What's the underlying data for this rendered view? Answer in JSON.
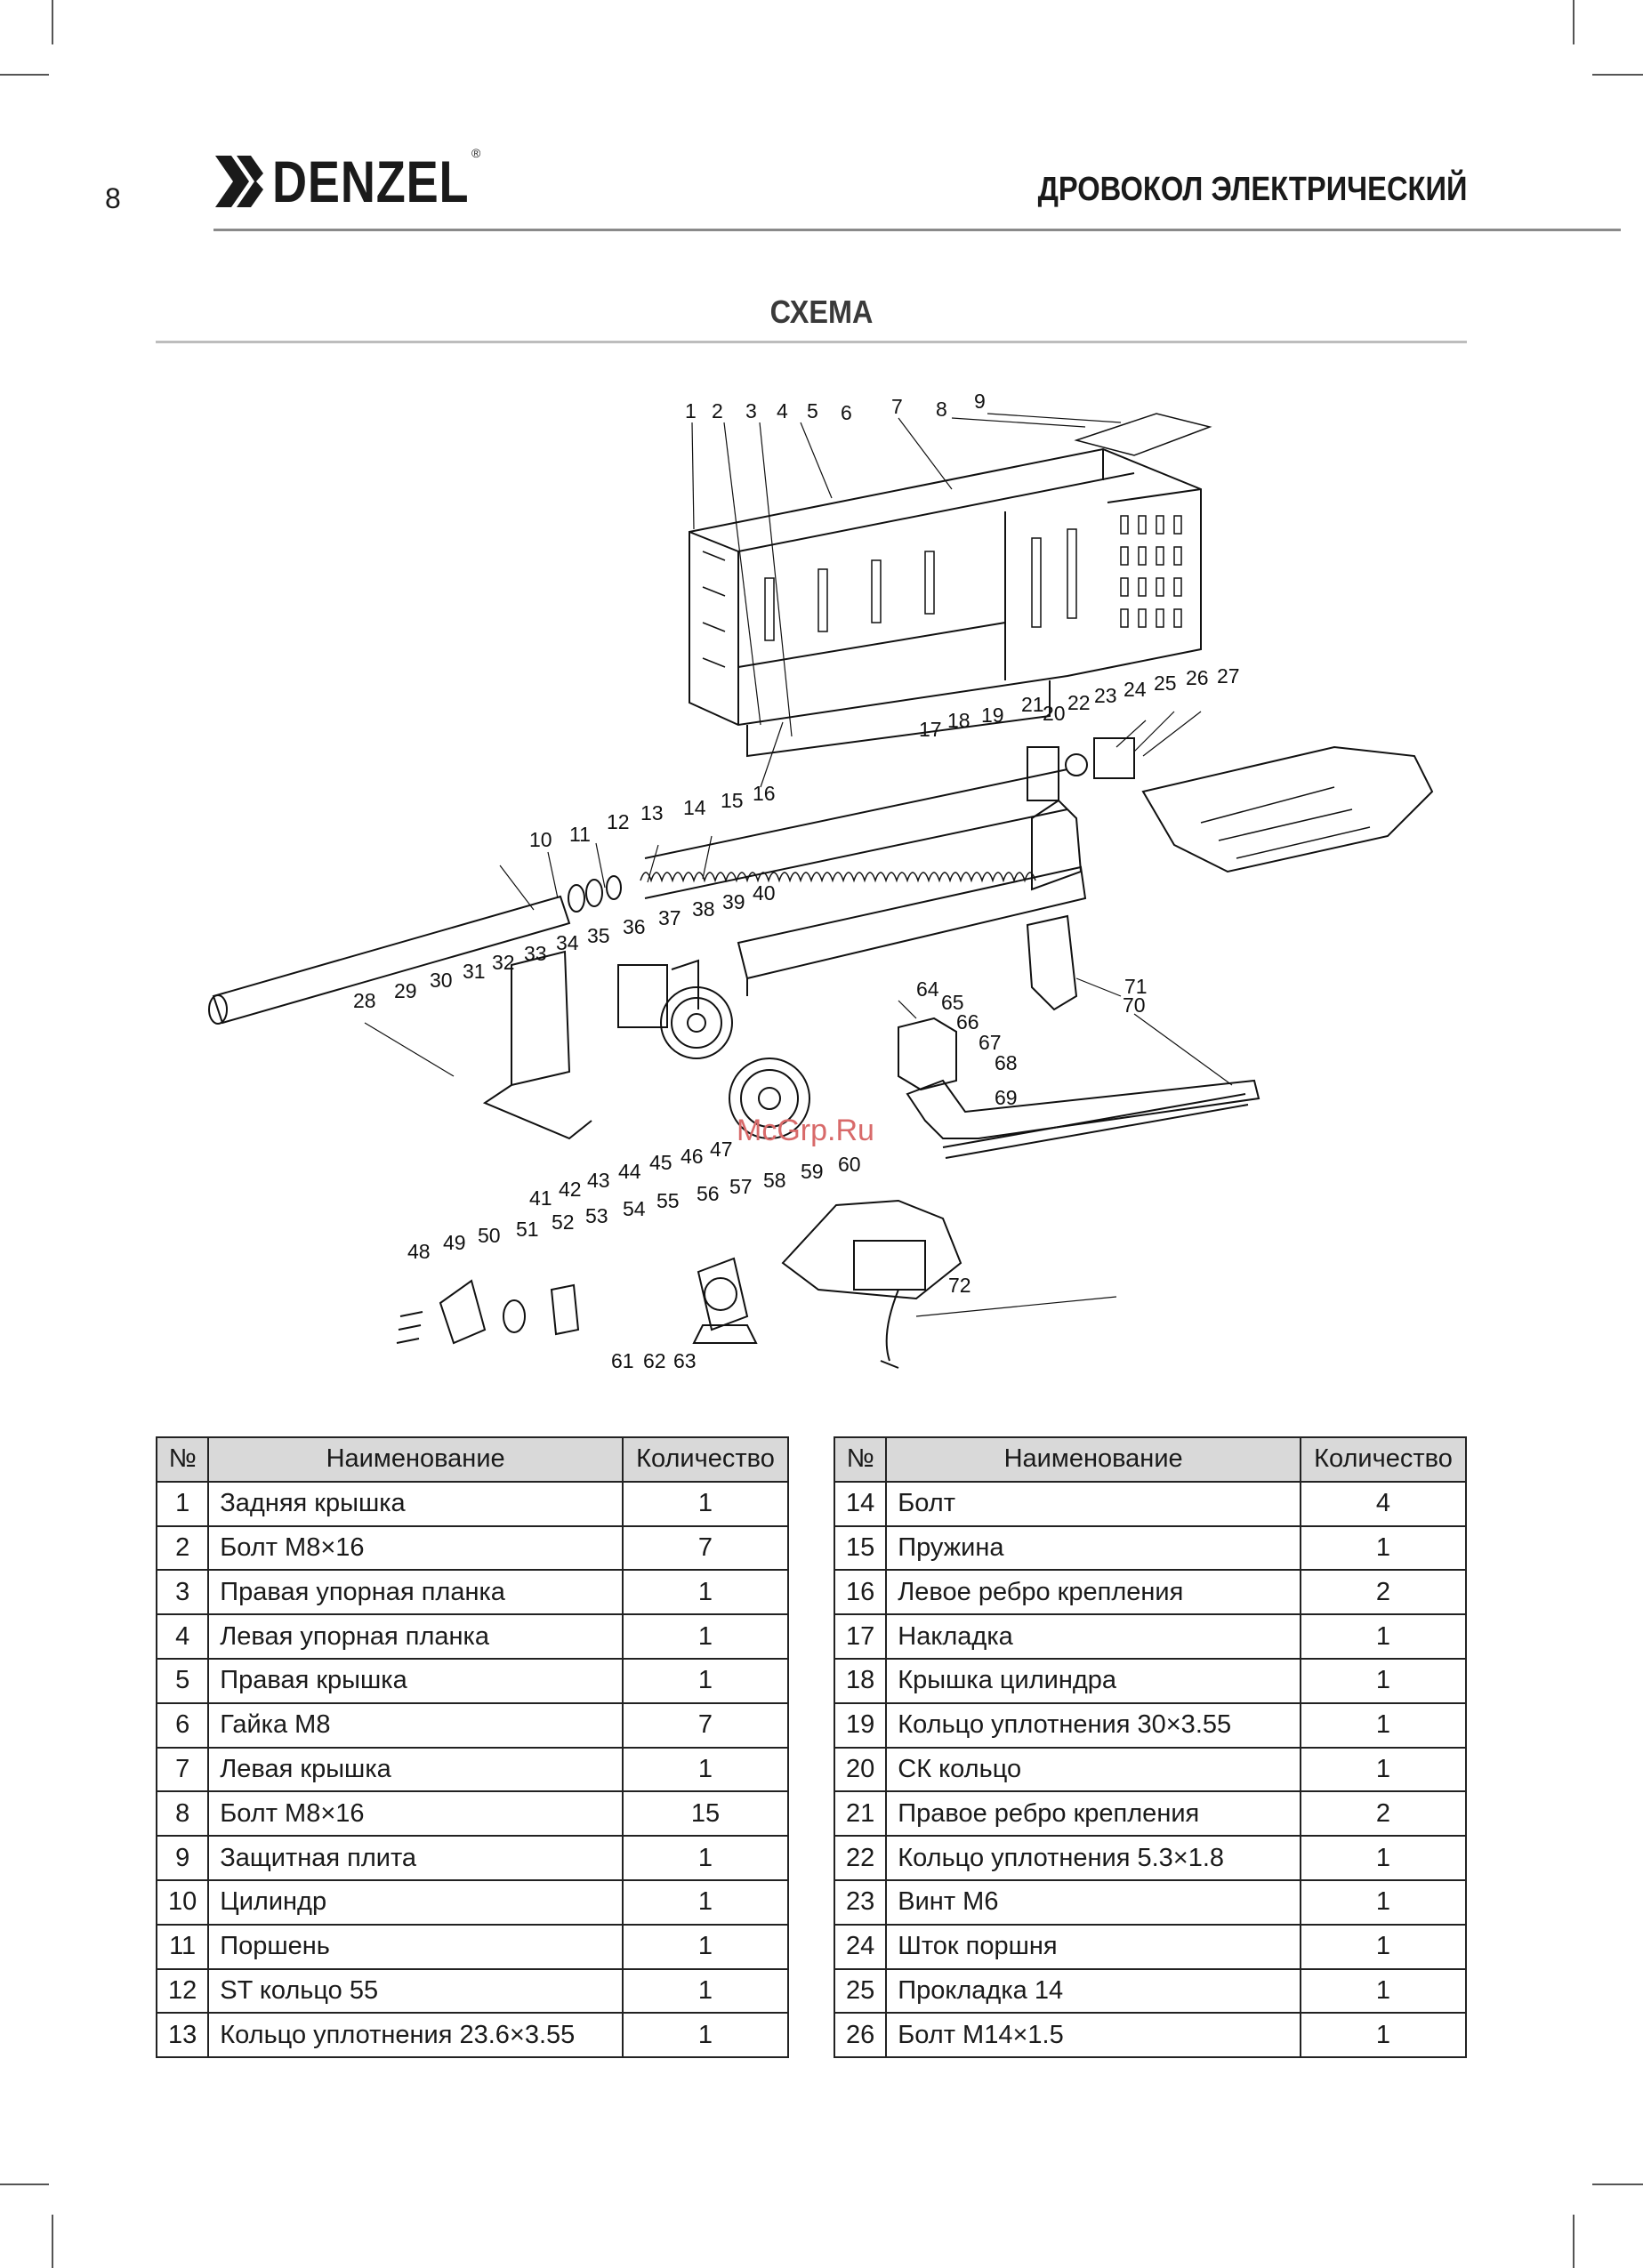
{
  "page_number": "8",
  "brand": "DENZEL",
  "brand_mark": "®",
  "document_title": "ДРОВОКОЛ ЭЛЕКТРИЧЕСКИЙ",
  "section_title": "СХЕМА",
  "watermark": "McGrp.Ru",
  "diagram_labels": [
    "1",
    "2",
    "3",
    "4",
    "5",
    "6",
    "7",
    "8",
    "9",
    "10",
    "11",
    "12",
    "13",
    "14",
    "15",
    "16",
    "17",
    "18",
    "19",
    "20",
    "21",
    "22",
    "23",
    "24",
    "25",
    "26",
    "27",
    "28",
    "29",
    "30",
    "31",
    "32",
    "33",
    "34",
    "35",
    "36",
    "37",
    "38",
    "39",
    "40",
    "41",
    "42",
    "43",
    "44",
    "45",
    "46",
    "47",
    "48",
    "49",
    "50",
    "51",
    "52",
    "53",
    "54",
    "55",
    "56",
    "57",
    "58",
    "59",
    "60",
    "61",
    "62",
    "63",
    "64",
    "65",
    "66",
    "67",
    "68",
    "69",
    "70",
    "71",
    "72"
  ],
  "table_headers": {
    "num": "№",
    "name": "Наименование",
    "qty": "Количество"
  },
  "parts_left": [
    {
      "num": "1",
      "name": "Задняя крышка",
      "qty": "1"
    },
    {
      "num": "2",
      "name": "Болт М8×16",
      "qty": "7"
    },
    {
      "num": "3",
      "name": "Правая упорная планка",
      "qty": "1"
    },
    {
      "num": "4",
      "name": "Левая упорная планка",
      "qty": "1"
    },
    {
      "num": "5",
      "name": "Правая крышка",
      "qty": "1"
    },
    {
      "num": "6",
      "name": "Гайка М8",
      "qty": "7"
    },
    {
      "num": "7",
      "name": "Левая крышка",
      "qty": "1"
    },
    {
      "num": "8",
      "name": "Болт М8×16",
      "qty": "15"
    },
    {
      "num": "9",
      "name": "Защитная плита",
      "qty": "1"
    },
    {
      "num": "10",
      "name": "Цилиндр",
      "qty": "1"
    },
    {
      "num": "11",
      "name": "Поршень",
      "qty": "1"
    },
    {
      "num": "12",
      "name": "ST кольцо 55",
      "qty": "1"
    },
    {
      "num": "13",
      "name": "Кольцо уплотнения 23.6×3.55",
      "qty": "1"
    }
  ],
  "parts_right": [
    {
      "num": "14",
      "name": "Болт",
      "qty": "4"
    },
    {
      "num": "15",
      "name": "Пружина",
      "qty": "1"
    },
    {
      "num": "16",
      "name": "Левое ребро крепления",
      "qty": "2"
    },
    {
      "num": "17",
      "name": "Накладка",
      "qty": "1"
    },
    {
      "num": "18",
      "name": "Крышка цилиндра",
      "qty": "1"
    },
    {
      "num": "19",
      "name": "Кольцо уплотнения 30×3.55",
      "qty": "1"
    },
    {
      "num": "20",
      "name": "СК кольцо",
      "qty": "1"
    },
    {
      "num": "21",
      "name": "Правое ребро крепления",
      "qty": "2"
    },
    {
      "num": "22",
      "name": "Кольцо уплотнения 5.3×1.8",
      "qty": "1"
    },
    {
      "num": "23",
      "name": "Винт М6",
      "qty": "1"
    },
    {
      "num": "24",
      "name": "Шток поршня",
      "qty": "1"
    },
    {
      "num": "25",
      "name": "Прокладка 14",
      "qty": "1"
    },
    {
      "num": "26",
      "name": "Болт М14×1.5",
      "qty": "1"
    }
  ]
}
